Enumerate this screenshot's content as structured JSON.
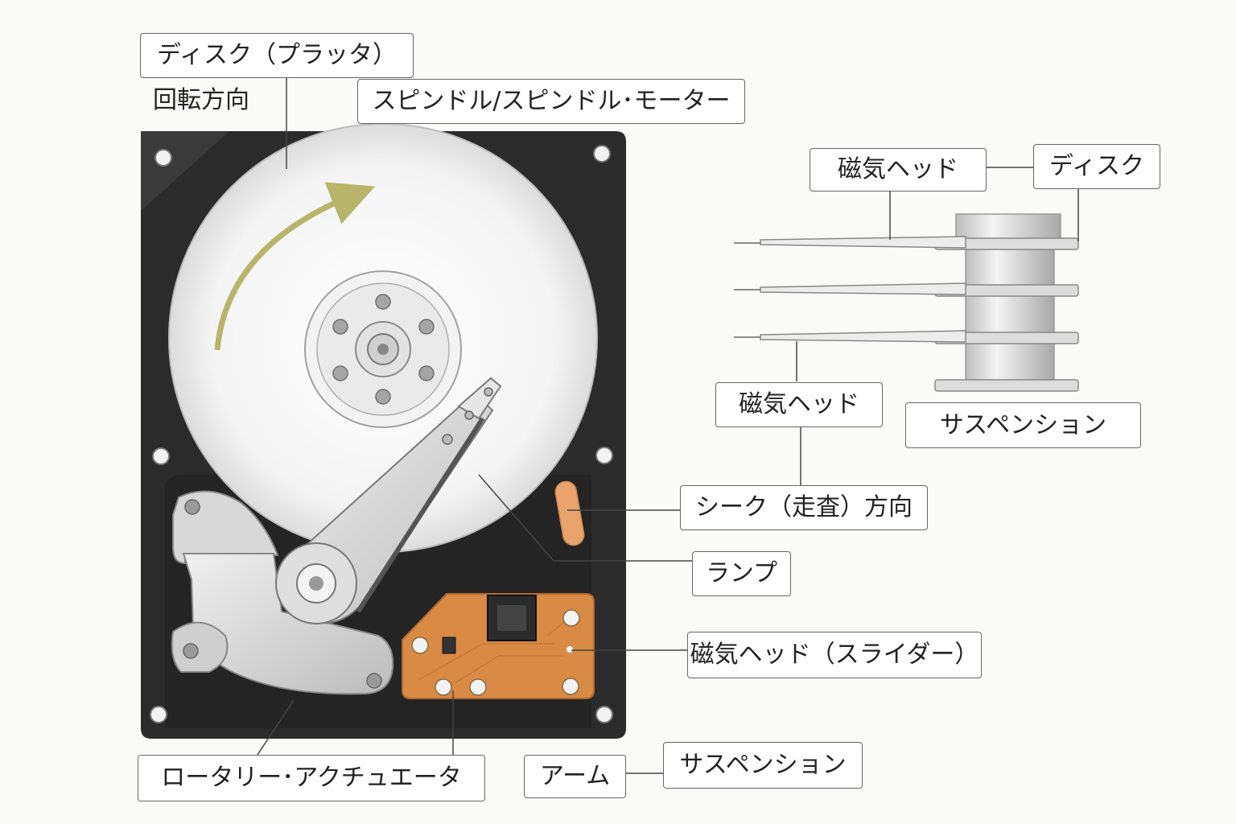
{
  "labels": {
    "disk_platter": "ディスク（プラッタ）",
    "rotation_direction": "回転方向",
    "spindle_motor": "スピンドル/スピンドル･モーター",
    "head_top": "磁気ヘッド",
    "disk_side": "ディスク",
    "head_bottom": "磁気ヘッド",
    "suspension_side": "サスペンション",
    "seek_direction": "シーク（走査）方向",
    "ramp": "ランプ",
    "head_slider": "磁気ヘッド（スライダー）",
    "rotary_actuator": "ロータリー･アクチュエータ",
    "arm": "アーム",
    "suspension_bottom": "サスペンション"
  },
  "colors": {
    "chassis": "#2b2b2b",
    "platter": "#f2f2f2",
    "rotation_arrow": "#b8b46a",
    "pcb": "#d98a45",
    "ramp": "#e9a36c"
  }
}
